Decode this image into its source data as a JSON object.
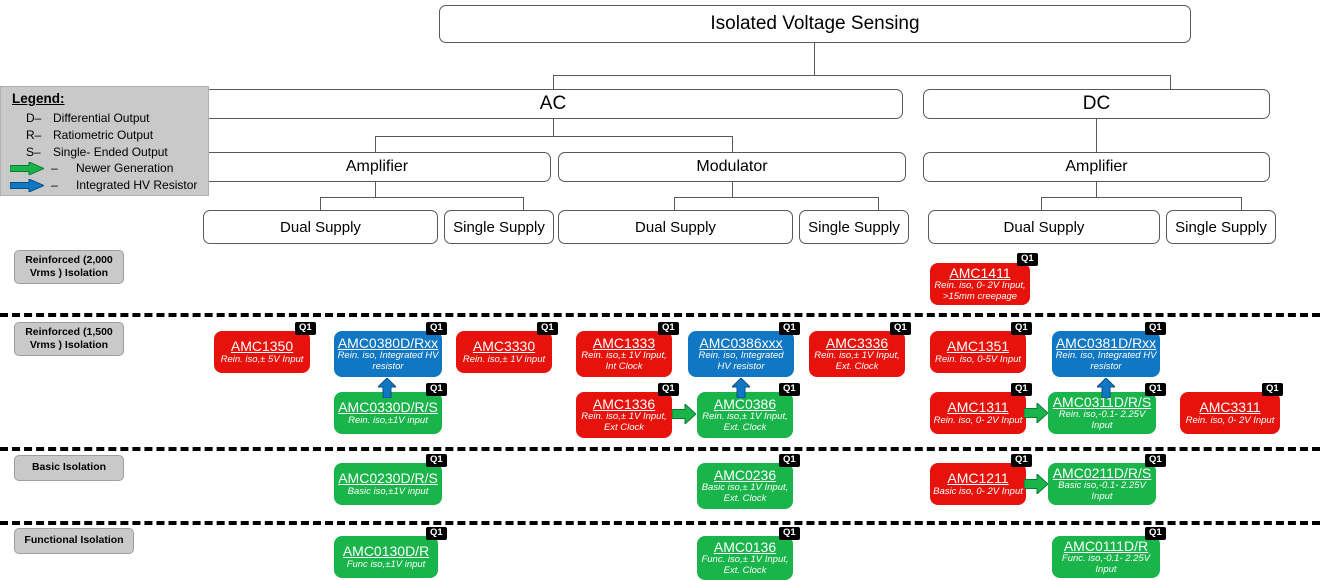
{
  "diagram": {
    "title": "Isolated Voltage Sensing",
    "hierarchy": [
      {
        "label": "Isolated Voltage Sensing",
        "level": 1
      },
      {
        "label": "AC",
        "level": 2
      },
      {
        "label": "DC",
        "level": 2
      },
      {
        "label": "Amplifier",
        "level": 3
      },
      {
        "label": "Modulator",
        "level": 3
      },
      {
        "label": "Amplifier",
        "level": 3
      },
      {
        "label": "Dual Supply",
        "level": 4
      },
      {
        "label": "Single Supply",
        "level": 4
      },
      {
        "label": "Dual Supply",
        "level": 4
      },
      {
        "label": "Single Supply",
        "level": 4
      },
      {
        "label": "Dual Supply",
        "level": 4
      },
      {
        "label": "Single Supply",
        "level": 4
      }
    ]
  },
  "legend": {
    "title": "Legend:",
    "entries": [
      {
        "key": "D–",
        "text": "Differential Output"
      },
      {
        "key": "R–",
        "text": "Ratiometric Output"
      },
      {
        "key": "S–",
        "text": "Single- Ended Output"
      }
    ],
    "arrows": [
      {
        "icon": "green-right-arrow",
        "dash": "–",
        "text": "Newer Generation",
        "color": "#19b44a"
      },
      {
        "icon": "blue-right-arrow",
        "dash": "–",
        "text": "Integrated HV Resistor",
        "color": "#1077c4"
      }
    ]
  },
  "bands": [
    {
      "id": "reinforced-2000",
      "label": "Reinforced (2,000 Vrms ) Isolation"
    },
    {
      "id": "reinforced-1500",
      "label": "Reinforced (1,500 Vrms ) Isolation"
    },
    {
      "id": "basic",
      "label": "Basic Isolation"
    },
    {
      "id": "functional",
      "label": "Functional Isolation"
    }
  ],
  "badge": {
    "label": "Q1"
  },
  "colors": {
    "red": "#e8120c",
    "blue": "#1077c4",
    "green": "#19b44a",
    "band_gray": "#c9c9c9",
    "legend_gray": "#c9c9c9",
    "box_border": "#595959"
  },
  "products": [
    {
      "id": "amc1411",
      "part": "AMC1411",
      "desc": "Rein. iso, 0- 2V Input, >15mm creepage",
      "color": "red",
      "badge": "Q1"
    },
    {
      "id": "amc1350",
      "part": "AMC1350",
      "desc": "Rein. iso,± 5V Input",
      "color": "red",
      "badge": "Q1"
    },
    {
      "id": "amc0380",
      "part": "AMC0380D/Rxx",
      "desc": "Rein. iso, Integrated HV resistor",
      "color": "blue",
      "badge": "Q1"
    },
    {
      "id": "amc0330",
      "part": "AMC0330D/R/S",
      "desc": "Rein. iso,±1V input",
      "color": "green",
      "badge": "Q1"
    },
    {
      "id": "amc3330",
      "part": "AMC3330",
      "desc": "Rein. iso,± 1V input",
      "color": "red",
      "badge": "Q1"
    },
    {
      "id": "amc1333",
      "part": "AMC1333",
      "desc": "Rein. iso,± 1V Input, Int Clock",
      "color": "red",
      "badge": "Q1"
    },
    {
      "id": "amc1336",
      "part": "AMC1336",
      "desc": "Rein. iso,± 1V Input, Ext Clock",
      "color": "red",
      "badge": "Q1"
    },
    {
      "id": "amc0386x",
      "part": "AMC0386xxx",
      "desc": "Rein. iso, Integrated HV resistor",
      "color": "blue",
      "badge": "Q1"
    },
    {
      "id": "amc0386",
      "part": "AMC0386",
      "desc": "Rein. iso,± 1V Input, Ext. Clock",
      "color": "green",
      "badge": "Q1"
    },
    {
      "id": "amc3336",
      "part": "AMC3336",
      "desc": "Rein. iso,± 1V Input, Ext. Clock",
      "color": "red",
      "badge": "Q1"
    },
    {
      "id": "amc1351",
      "part": "AMC1351",
      "desc": "Rein. iso, 0-5V Input",
      "color": "red",
      "badge": "Q1"
    },
    {
      "id": "amc1311",
      "part": "AMC1311",
      "desc": "Rein. iso, 0- 2V Input",
      "color": "red",
      "badge": "Q1"
    },
    {
      "id": "amc0381",
      "part": "AMC0381D/Rxx",
      "desc": "Rein. iso, Integrated HV resistor",
      "color": "blue",
      "badge": "Q1"
    },
    {
      "id": "amc0311",
      "part": "AMC0311D/R/S",
      "desc": "Rein. iso,-0.1- 2.25V Input",
      "color": "green",
      "badge": "Q1"
    },
    {
      "id": "amc3311",
      "part": "AMC3311",
      "desc": "Rein. iso, 0- 2V Input",
      "color": "red",
      "badge": "Q1"
    },
    {
      "id": "amc0230",
      "part": "AMC0230D/R/S",
      "desc": "Basic iso,±1V input",
      "color": "green",
      "badge": "Q1"
    },
    {
      "id": "amc0236",
      "part": "AMC0236",
      "desc": "Basic iso,± 1V Input, Ext. Clock",
      "color": "green",
      "badge": "Q1"
    },
    {
      "id": "amc1211",
      "part": "AMC1211",
      "desc": "Basic iso, 0- 2V Input",
      "color": "red",
      "badge": "Q1"
    },
    {
      "id": "amc0211",
      "part": "AMC0211D/R/S",
      "desc": "Basic iso,-0.1- 2.25V Input",
      "color": "green",
      "badge": "Q1"
    },
    {
      "id": "amc0130",
      "part": "AMC0130D/R",
      "desc": "Func iso,±1V input",
      "color": "green",
      "badge": "Q1"
    },
    {
      "id": "amc0136",
      "part": "AMC0136",
      "desc": "Func. iso,± 1V Input, Ext. Clock",
      "color": "green",
      "badge": "Q1"
    },
    {
      "id": "amc0111",
      "part": "AMC0111D/R",
      "desc": "Func. iso,-0.1- 2.25V Input",
      "color": "green",
      "badge": "Q1"
    }
  ]
}
